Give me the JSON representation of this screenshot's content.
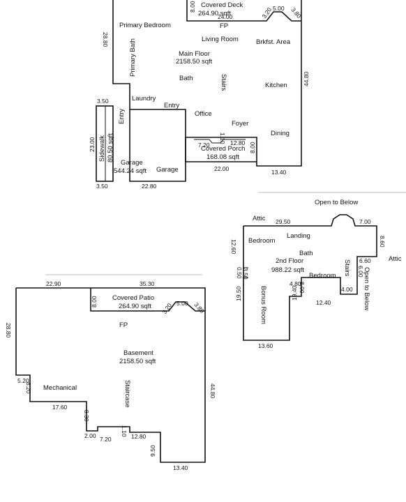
{
  "main_floor": {
    "title": "Main Floor",
    "area": "2158.50 sqft",
    "rooms": {
      "covered_deck": "Covered Deck",
      "covered_deck_area": "264.90 sqft",
      "fp": "FP",
      "primary_bedroom": "Primary Bedroom",
      "living_room": "Living Room",
      "brkfst": "Brkfst. Area",
      "primary_bath": "Primary Bath",
      "bath": "Bath",
      "stairs": "Stairs",
      "kitchen": "Kitchen",
      "laundry": "Laundry",
      "entry_top": "Entry",
      "entry_side": "Entry",
      "office": "Office",
      "foyer": "Foyer",
      "dining": "Dining",
      "sidewalk": "Sidewalk",
      "sidewalk_area": "80.50 sqft",
      "garage": "Garage",
      "garage_area": "544.24 sqft",
      "garage_label2": "Garage",
      "covered_porch": "Covered Porch",
      "covered_porch_area": "168.08 sqft"
    },
    "dims": {
      "d8_00_deck": "8.00",
      "d24_00": "24.00",
      "d3_20": "3.20",
      "d5_00": "5.00",
      "d3_80": "3.80",
      "d28_80": "28.80",
      "d3_50_a": "3.50",
      "d23_00": "23.00",
      "d3_50_b": "3.50",
      "d22_80": "22.80",
      "d7_20": "7.20",
      "d1_10": "1.10",
      "d12_80": "12.80",
      "d8_00_porch": "8.00",
      "d22_00": "22.00",
      "d13_40": "13.40",
      "d44_80": "44.80"
    }
  },
  "second_floor": {
    "title": "2nd Floor",
    "area": "988.22 sqft",
    "rooms": {
      "open_to_below_top": "Open to Below",
      "attic_left": "Attic",
      "landing": "Landing",
      "bedroom_left": "Bedroom",
      "bath": "Bath",
      "stairs": "Stairs",
      "bedroom_right": "Bedroom",
      "bonus_room": "Bonus Room",
      "open_to_below_right": "Open to Below",
      "attic_right": "Attic"
    },
    "dims": {
      "d29_50": "29.50",
      "d7_00": "7.00",
      "d12_60": "12.60",
      "d8_60": "8.60",
      "d0_50": "0.50",
      "d3_50": "3.50",
      "d6_60": "6.60",
      "d6_00": "6.00",
      "d4_80": "4.80",
      "d8_00": "8.00",
      "d4_00": "4.00",
      "d19_50": "19.50",
      "d19_40": "19.40",
      "d12_40": "12.40",
      "d13_60": "13.60"
    }
  },
  "basement": {
    "title": "Basement",
    "area": "2158.50 sqft",
    "rooms": {
      "covered_patio": "Covered Patio",
      "covered_patio_area": "264.90 sqft",
      "fp": "FP",
      "mechanical": "Mechanical",
      "staircase": "Staircase"
    },
    "dims": {
      "d22_90": "22.90",
      "d35_30": "35.30",
      "d8_00": "8.00",
      "d3_20": "3.20",
      "d5_00": "5.00",
      "d3_80": "3.80",
      "d28_80": "28.80",
      "d5_20": "5.20",
      "d8_20": "8.20",
      "d17_60": "17.60",
      "d8_30": "8.30",
      "d2_00": "2.00",
      "d7_20": "7.20",
      "d1_10": "1.10",
      "d12_80": "12.80",
      "d9_50": "9.50",
      "d44_80": "44.80",
      "d13_40": "13.40"
    }
  }
}
